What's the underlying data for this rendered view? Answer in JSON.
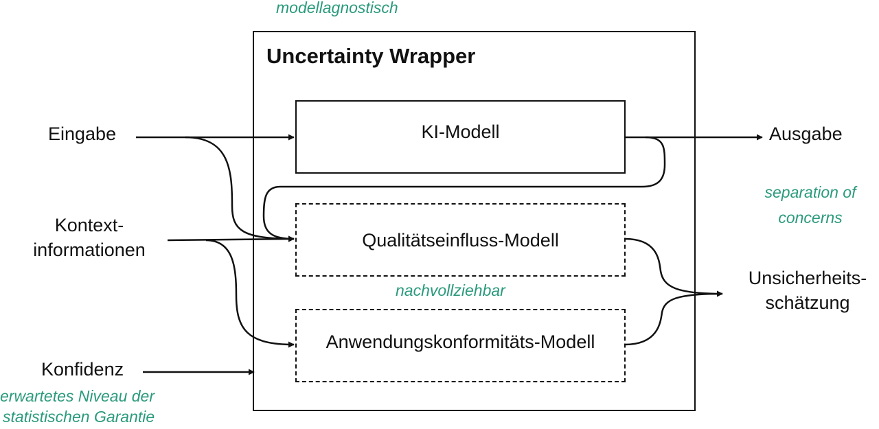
{
  "diagram": {
    "wrapper_title": "Uncertainty Wrapper",
    "boxes": {
      "ki_modell": "KI-Modell",
      "qualitaet": "Qualitätseinfluss-Modell",
      "anwendung": "Anwendungskonformitäts-Modell"
    },
    "inputs": {
      "eingabe": "Eingabe",
      "kontext_line1": "Kontext-",
      "kontext_line2": "informationen",
      "konfidenz": "Konfidenz"
    },
    "outputs": {
      "ausgabe": "Ausgabe",
      "unsicherheit_line1": "Unsicherheits-",
      "unsicherheit_line2": "schätzung"
    },
    "annotations": {
      "modellagnostisch": "modellagnostisch",
      "separation_line1": "separation of",
      "separation_line2": "concerns",
      "nachvollziehbar": "nachvollziehbar",
      "konfidenz_line1": "erwartetes Niveau der",
      "konfidenz_line2": "statistischen Garantie"
    },
    "colors": {
      "annotation": "#2a9a7c",
      "stroke": "#111111"
    }
  }
}
